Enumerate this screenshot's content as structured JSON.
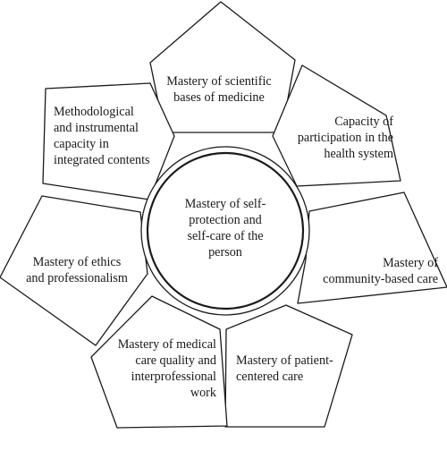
{
  "center": {
    "lines": [
      "Mastery of self-",
      "protection and",
      "self-care of the",
      "person"
    ]
  },
  "petals": [
    {
      "id": "scientific-bases",
      "lines": [
        "Mastery of  scientific",
        "bases of medicine"
      ]
    },
    {
      "id": "health-system",
      "lines": [
        "Capacity of",
        "participation in the",
        "health system"
      ]
    },
    {
      "id": "community-care",
      "lines": [
        "Mastery of",
        "community-based care"
      ]
    },
    {
      "id": "patient-centered",
      "lines": [
        "Mastery of patient-",
        "centered care"
      ]
    },
    {
      "id": "care-quality",
      "lines": [
        "Mastery of medical",
        "care quality and",
        "interprofessional",
        "work"
      ]
    },
    {
      "id": "ethics",
      "lines": [
        "Mastery of ethics",
        "and professionalism"
      ]
    },
    {
      "id": "methodological",
      "lines": [
        "Methodological",
        "and instrumental",
        "capacity in",
        "integrated contents"
      ]
    }
  ]
}
